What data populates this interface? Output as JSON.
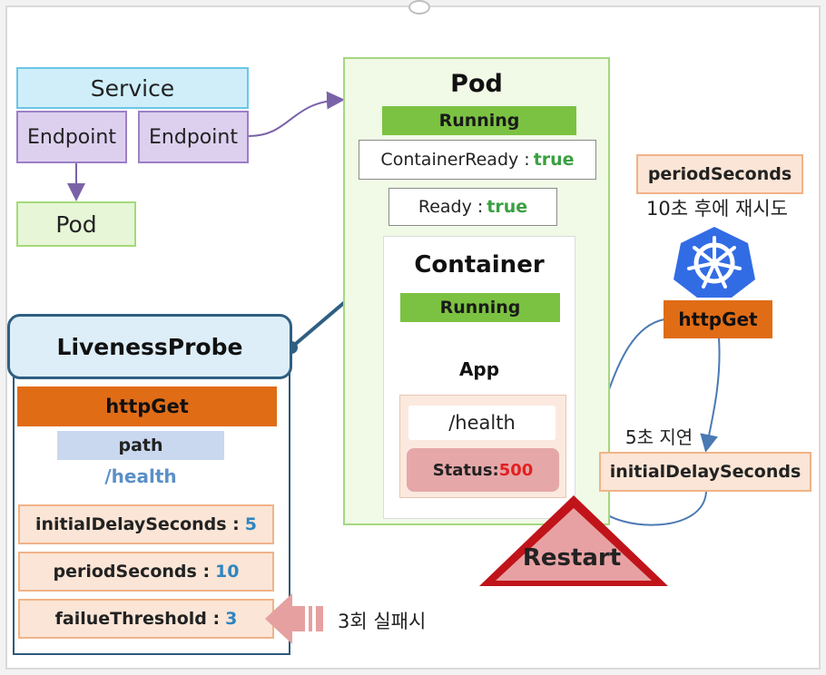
{
  "service": {
    "label": "Service",
    "endpoints": [
      "Endpoint",
      "Endpoint"
    ],
    "pod_label": "Pod"
  },
  "pod": {
    "title": "Pod",
    "phase": "Running",
    "container_ready_label": "ContainerReady :",
    "container_ready_value": "true",
    "ready_label": "Ready :",
    "ready_value": "true",
    "container": {
      "title": "Container",
      "state": "Running",
      "app_label": "App",
      "health_path": "/health",
      "status_label": "Status:",
      "status_code": "500"
    }
  },
  "liveness_probe": {
    "title": "LivenessProbe",
    "handler": "httpGet",
    "path_label": "path",
    "path_value": "/health",
    "params": [
      {
        "name": "initialDelaySeconds :",
        "value": "5"
      },
      {
        "name": "periodSeconds :",
        "value": "10"
      },
      {
        "name": "failueThreshold :",
        "value": "3"
      }
    ]
  },
  "annotations": {
    "failure_note": "3회 실패시",
    "period_label": "periodSeconds",
    "retry_note": "10초 후에 재시도",
    "http_get": "httpGet",
    "delay_note": "5초 지연",
    "initial_delay": "initialDelaySeconds",
    "restart": "Restart"
  },
  "colors": {
    "running_green": "#7cc242",
    "true_green": "#3aa041",
    "status_red": "#e32020",
    "http_orange": "#e06c16",
    "param_fill": "#fbe5d6",
    "k8s_blue": "#326ce5",
    "restart_red": "#c0141a"
  },
  "icons": {
    "kubernetes": "kubernetes-logo-icon",
    "failure_arrow": "left-arrow-icon"
  }
}
